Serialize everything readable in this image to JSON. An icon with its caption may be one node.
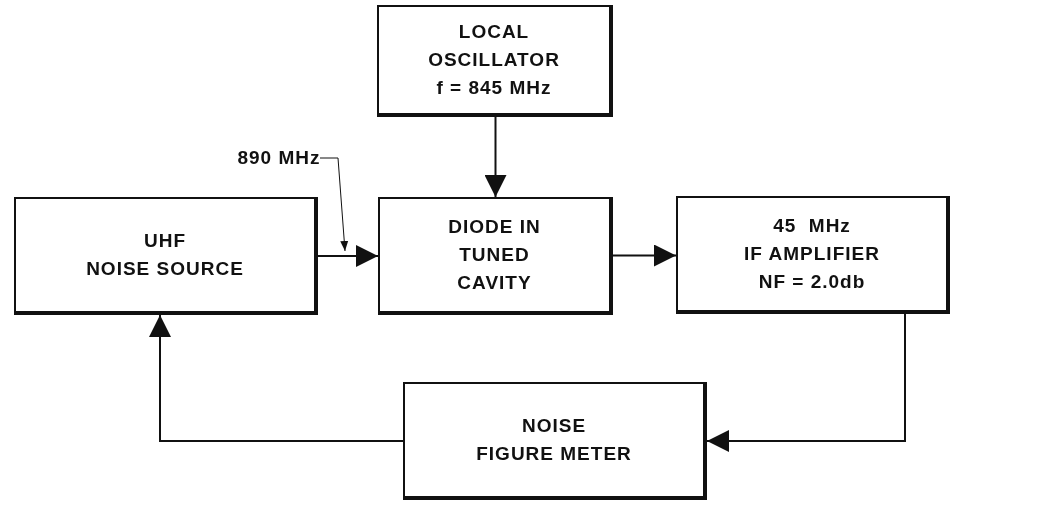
{
  "diagram": {
    "nodes": [
      {
        "text": [
          "LOCAL",
          "OSCILLATOR",
          "f = 845 MHz"
        ]
      },
      {
        "text": [
          "890 MHz"
        ]
      },
      {
        "text": [
          "UHF",
          "NOISE SOURCE"
        ]
      },
      {
        "text": [
          "DIODE IN",
          "TUNED",
          "CAVITY"
        ]
      },
      {
        "text": [
          "45  MHz",
          "IF AMPLIFIER",
          "NF = 2.0db"
        ]
      },
      {
        "text": [
          "NOISE",
          "FIGURE METER"
        ]
      }
    ],
    "edges": [
      {
        "from": 0,
        "to": 3,
        "arrow": "to"
      },
      {
        "from": 2,
        "to": 3,
        "arrow": "to"
      },
      {
        "from": 3,
        "to": 4,
        "arrow": "to"
      },
      {
        "from": 4,
        "to": 5,
        "arrow": "to"
      },
      {
        "from": 5,
        "to": 2,
        "arrow": "to"
      },
      {
        "from": 1,
        "to": null,
        "arrow": "to"
      }
    ]
  }
}
